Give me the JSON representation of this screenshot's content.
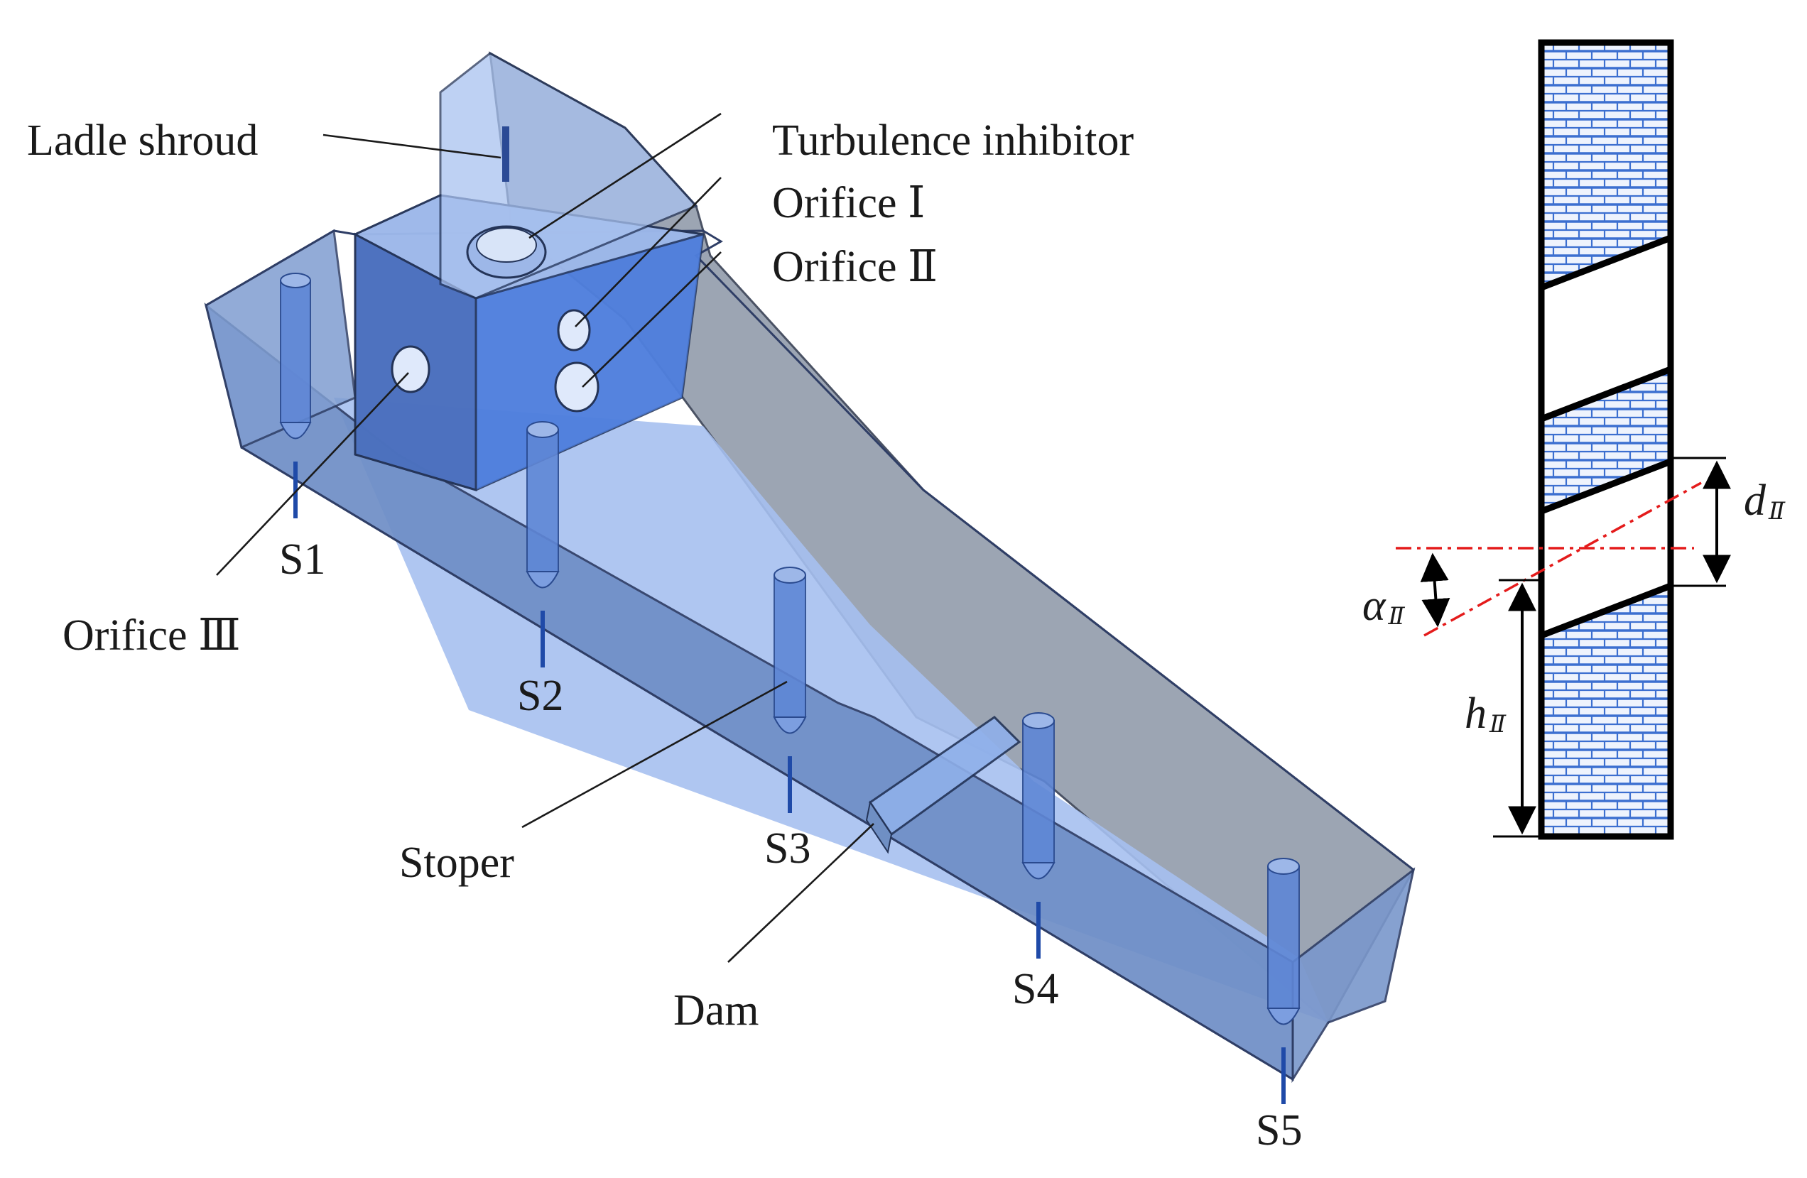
{
  "labels": {
    "ladle_shroud": "Ladle shroud",
    "turbulence_inhibitor": "Turbulence inhibitor",
    "orifice_1": "Orifice Ⅰ",
    "orifice_2": "Orifice Ⅱ",
    "orifice_3": "Orifice Ⅲ",
    "stoper": "Stoper",
    "dam": "Dam",
    "s1": "S1",
    "s2": "S2",
    "s3": "S3",
    "s4": "S4",
    "s5": "S5"
  },
  "detail": {
    "d_symbol": "d",
    "d_subscript": "Ⅱ",
    "alpha_symbol": "α",
    "alpha_subscript": "Ⅱ",
    "h_symbol": "h",
    "h_subscript": "Ⅱ"
  },
  "colors": {
    "tundish_blue": "#6f8fc4",
    "tundish_light": "#a9c2ef",
    "tundish_gray": "#9aa3b0",
    "brick": "#3c6fd0",
    "centerline_red": "#e41b1b"
  }
}
